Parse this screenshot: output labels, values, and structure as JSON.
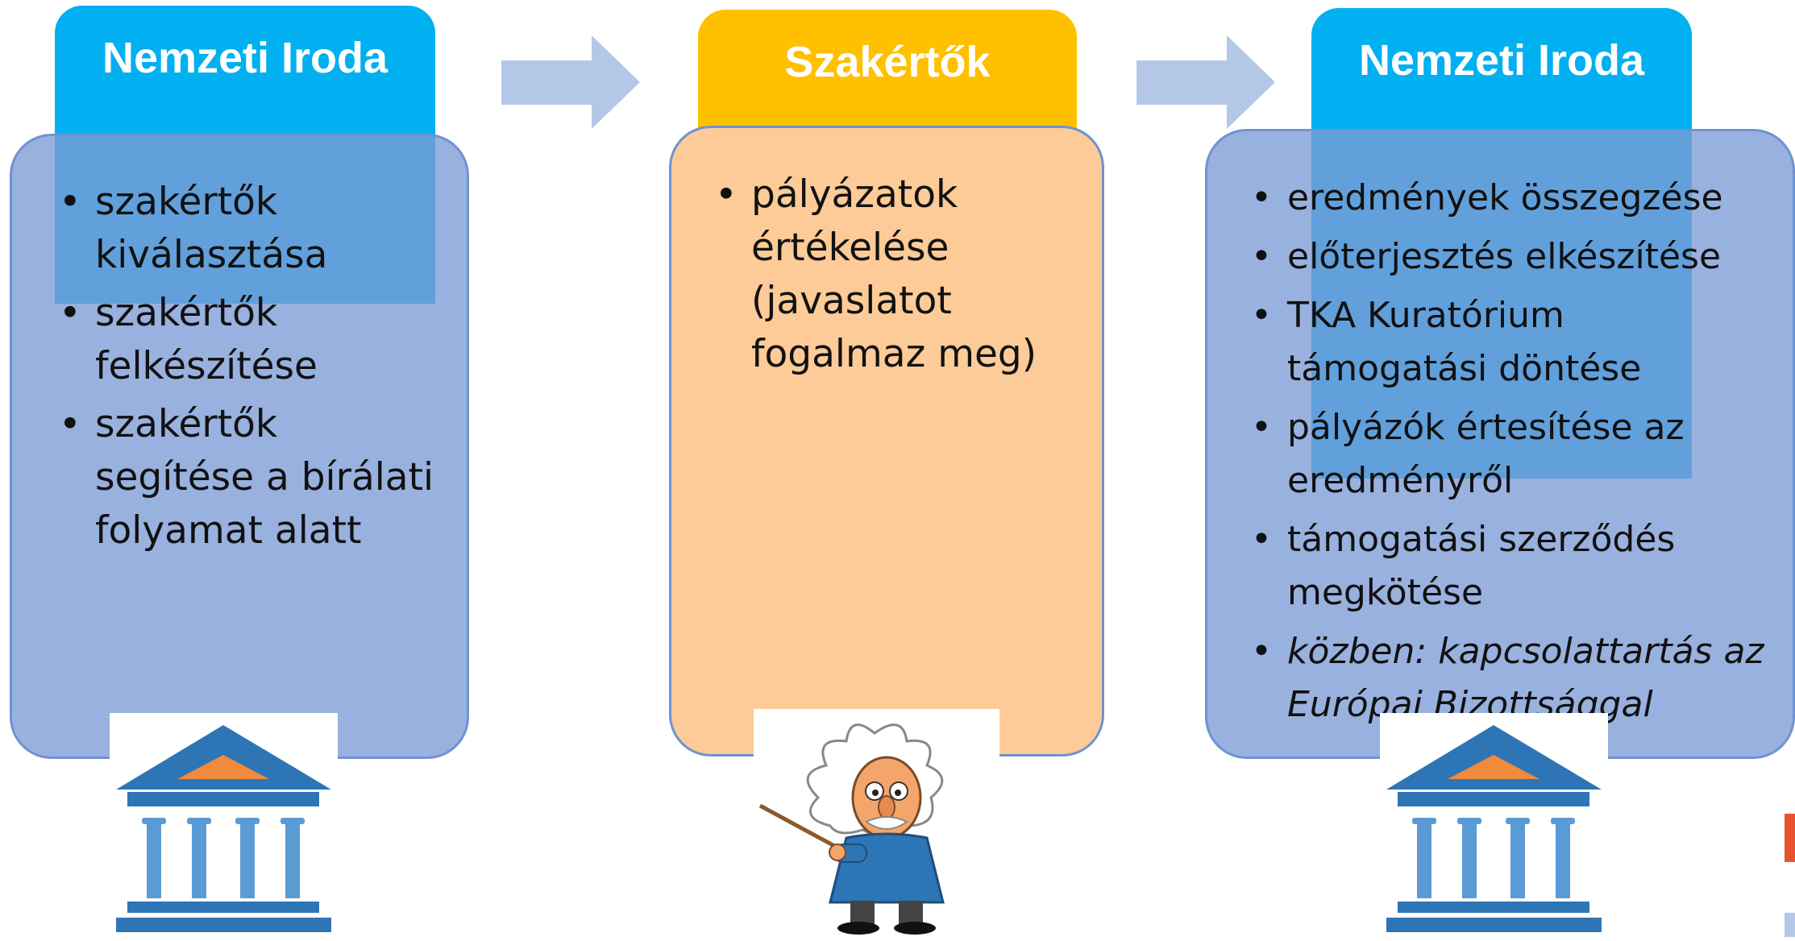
{
  "columns": [
    {
      "title": "Nemzeti Iroda",
      "items": [
        "szakértők kiválasztása",
        "szakértők felkészítése",
        "szakértők segítése a bírálati folyamat alatt"
      ],
      "icon": "institution-icon"
    },
    {
      "title": "Szakértők",
      "items": [
        "pályázatok értékelése (javaslatot fogalmaz meg)"
      ],
      "icon": "professor-icon"
    },
    {
      "title": "Nemzeti Iroda",
      "items": [
        "eredmények összegzése",
        "előterjesztés elkészítése",
        "TKA Kuratórium támogatási döntése",
        "pályázók értesítése az eredményről",
        "támogatási szerződés megkötése",
        "közben: kapcsolattartás az Európai Bizottsággal"
      ],
      "icon": "institution-icon"
    }
  ],
  "colors": {
    "tab_blue": "#00b0f0",
    "tab_orange": "#ffc000",
    "box_blue": "#7c9bd5",
    "box_orange": "#fdcb97",
    "arrow": "#b4c7e7"
  }
}
